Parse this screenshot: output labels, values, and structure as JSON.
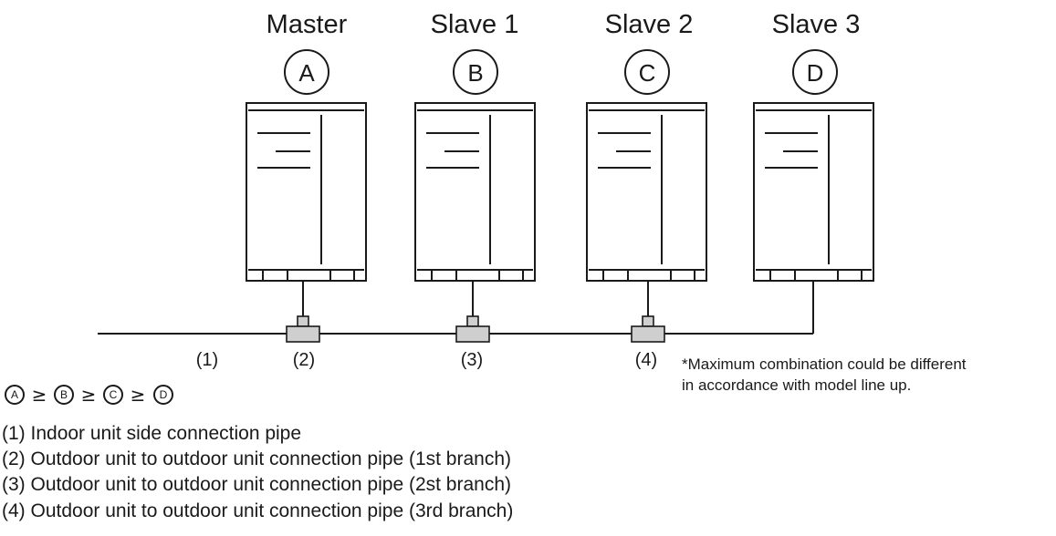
{
  "units": [
    {
      "title": "Master",
      "letter": "A"
    },
    {
      "title": "Slave 1",
      "letter": "B"
    },
    {
      "title": "Slave 2",
      "letter": "C"
    },
    {
      "title": "Slave 3",
      "letter": "D"
    }
  ],
  "pipe_labels": [
    "(1)",
    "(2)",
    "(3)",
    "(4)"
  ],
  "relation": {
    "letters": [
      "A",
      "B",
      "C",
      "D"
    ],
    "operator": "≥"
  },
  "note": {
    "line1": "*Maximum combination could be different",
    "line2": "in accordance with model line up."
  },
  "legend": [
    "(1) Indoor unit side connection pipe",
    "(2) Outdoor unit to outdoor unit connection pipe (1st branch)",
    "(3) Outdoor unit to outdoor unit connection pipe (2st branch)",
    "(4) Outdoor unit to outdoor unit connection pipe (3rd branch)"
  ]
}
